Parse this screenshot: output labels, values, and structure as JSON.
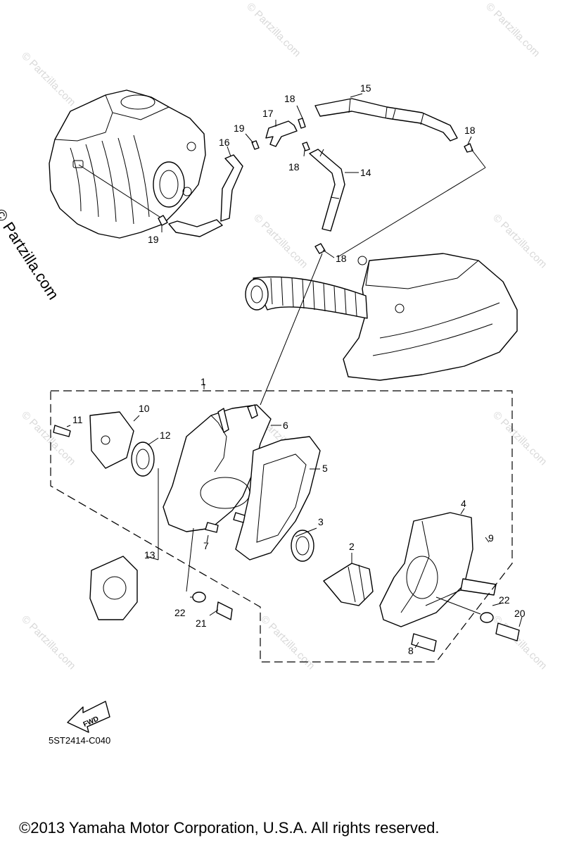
{
  "watermark_text": "© Partzilla.com",
  "side_credit": "© Partzilla.com",
  "diagram_code": "5ST2414-C040",
  "copyright": "©2013  Yamaha Motor Corporation, U.S.A. All rights reserved.",
  "fwd_label": "FWD",
  "callouts": {
    "c1": "1",
    "c2": "2",
    "c3": "3",
    "c4": "4",
    "c5": "5",
    "c6": "6",
    "c7": "7",
    "c8": "8",
    "c9": "9",
    "c10": "10",
    "c11": "11",
    "c12": "12",
    "c13": "13",
    "c14": "14",
    "c15": "15",
    "c16": "16",
    "c17": "17",
    "c18a": "18",
    "c18b": "18",
    "c18c": "18",
    "c18d": "18",
    "c19a": "19",
    "c19b": "19",
    "c20": "20",
    "c21": "21",
    "c22a": "22",
    "c22b": "22"
  }
}
